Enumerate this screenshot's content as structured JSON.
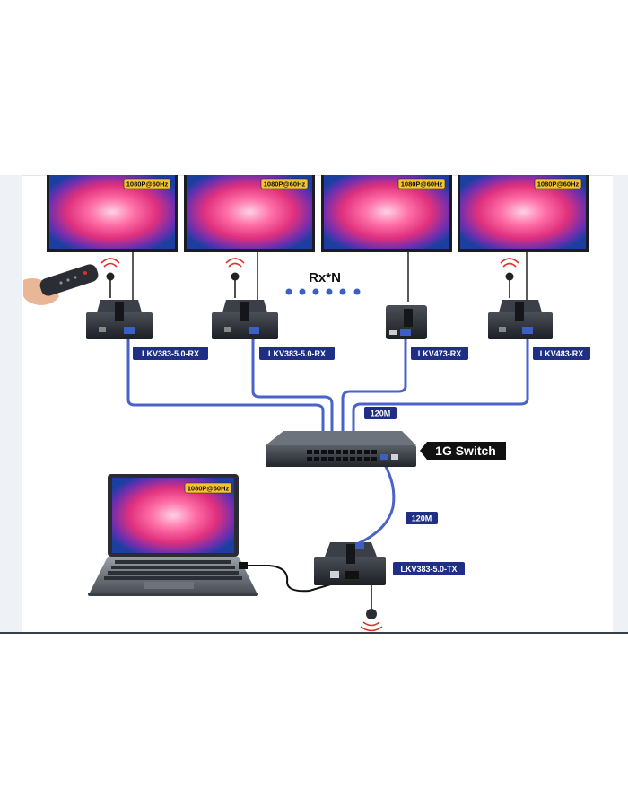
{
  "diagram": {
    "monitors": [
      {
        "badge": "1080P@60Hz"
      },
      {
        "badge": "1080P@60Hz"
      },
      {
        "badge": "1080P@60Hz"
      },
      {
        "badge": "1080P@60Hz"
      }
    ],
    "receivers": [
      {
        "label": "LKV383-5.0-RX"
      },
      {
        "label": "LKV383-5.0-RX"
      },
      {
        "label": "LKV473-RX"
      },
      {
        "label": "LKV483-RX"
      }
    ],
    "rx_count_label": "Rx*N",
    "switch_label": "1G Switch",
    "cable_top_label": "120M",
    "cable_bottom_label": "120M",
    "transmitter_label": "LKV383-5.0-TX",
    "laptop_badge": "1080P@60Hz",
    "colors": {
      "cable": "#4a63c9",
      "tag_bg": "#1f2f86",
      "badge_bg": "#f4c430",
      "switch_tag_bg": "#111111"
    }
  }
}
